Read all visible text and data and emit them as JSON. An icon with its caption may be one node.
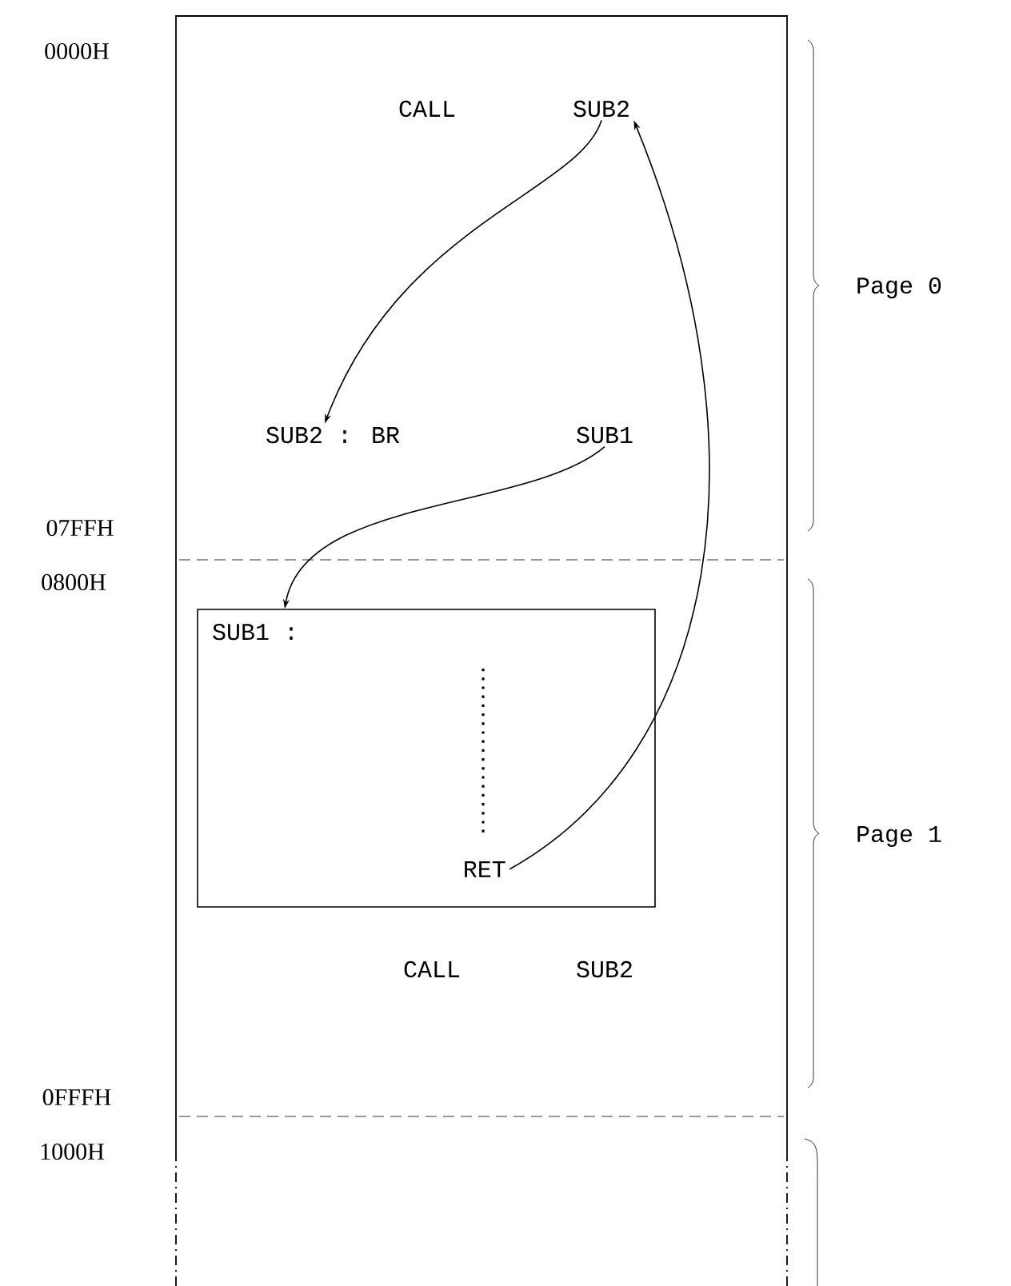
{
  "diagram": {
    "nodes": [
      {
        "text": [
          "SUB2"
        ]
      },
      {
        "text": [
          "SUB2 : BR"
        ]
      },
      {
        "text": [
          "SUB1"
        ]
      },
      {
        "text": [
          "SUB1 :"
        ]
      },
      {
        "text": [
          "RET"
        ],
        "in": 3
      }
    ],
    "edges": [
      {
        "from": 0,
        "to": 1,
        "arrow": "to"
      },
      {
        "from": 2,
        "to": 3,
        "arrow": "to"
      },
      {
        "from": 4,
        "to": 0,
        "arrow": "to"
      }
    ],
    "labels": [
      "0000H",
      "CALL",
      "Page 0",
      "07FFH",
      "0800H",
      "Page 1",
      "CALL",
      "SUB2",
      "0FFFH",
      "1000H"
    ]
  }
}
